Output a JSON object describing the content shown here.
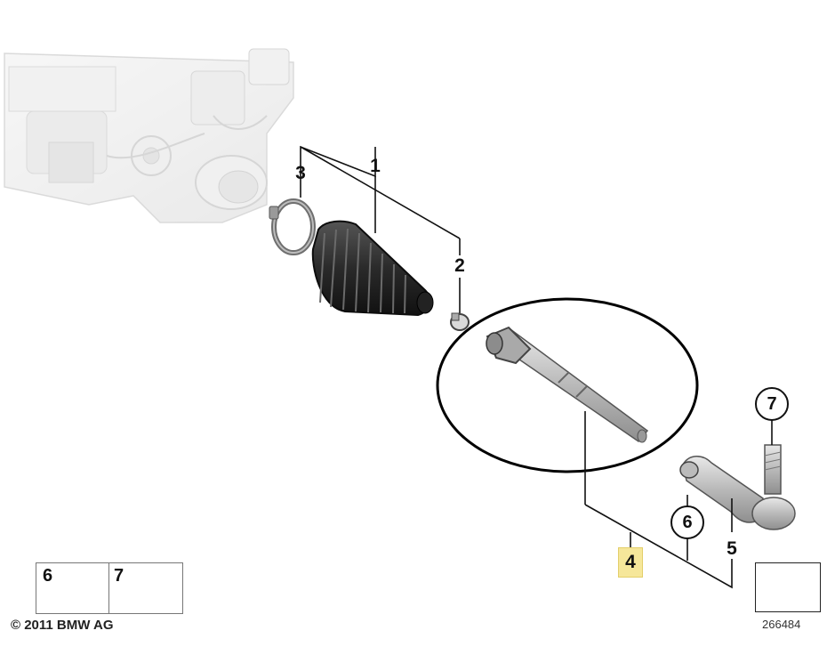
{
  "callouts": {
    "c1": "1",
    "c2": "2",
    "c3": "3",
    "c4": "4",
    "c5": "5",
    "c6": "6",
    "c7": "7"
  },
  "legend": {
    "item6": "6",
    "item7": "7"
  },
  "copyright": "© 2011 BMW AG",
  "diagram_id": "266484",
  "colors": {
    "highlight": "#f6e79a",
    "line": "#111111",
    "part_dark": "#2b2b2b",
    "part_light": "#c9c9c9"
  }
}
